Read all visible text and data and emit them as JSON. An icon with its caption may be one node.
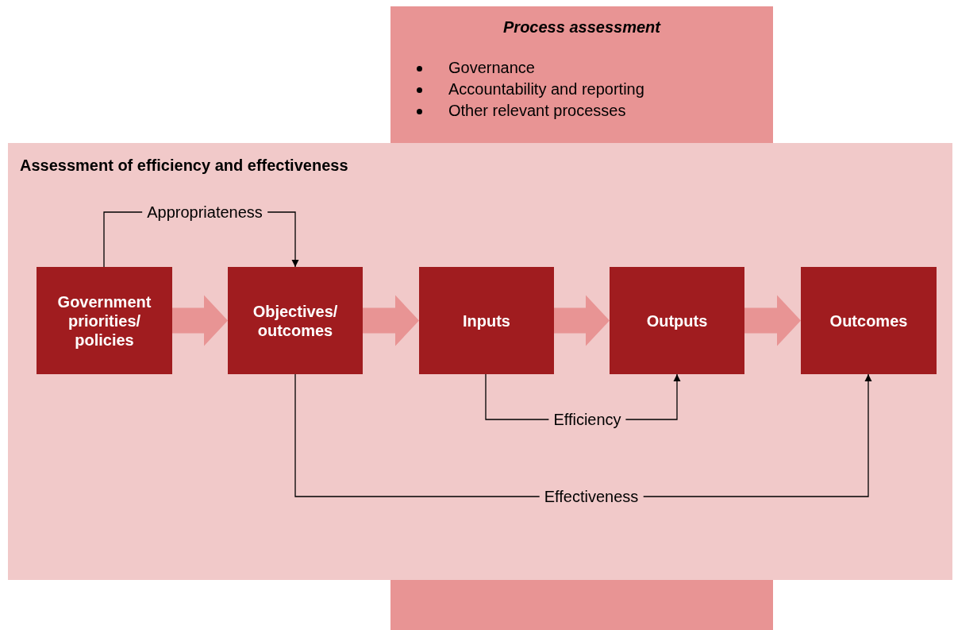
{
  "diagram": {
    "nodes": [
      {
        "text": [
          "Process assessment",
          "Governance",
          "Accountability and reporting",
          "Other relevant processes"
        ]
      },
      {
        "text": [
          "Assessment of efficiency and effectiveness"
        ]
      },
      {
        "text": [
          "Government priorities/ policies"
        ],
        "in": 1
      },
      {
        "text": [
          "Objectives/ outcomes"
        ],
        "in": 1
      },
      {
        "text": [
          "Inputs"
        ],
        "in": 1
      },
      {
        "text": [
          "Outputs"
        ],
        "in": 1
      },
      {
        "text": [
          "Outcomes"
        ],
        "in": 1
      }
    ],
    "edges": [
      {
        "from": 2,
        "to": 3,
        "arrow": "to",
        "style": "thick",
        "color": "#e89494"
      },
      {
        "from": 3,
        "to": 4,
        "arrow": "to",
        "style": "thick",
        "color": "#e89494"
      },
      {
        "from": 4,
        "to": 5,
        "arrow": "to",
        "style": "thick",
        "color": "#e89494"
      },
      {
        "from": 5,
        "to": 6,
        "arrow": "to",
        "style": "thick",
        "color": "#e89494"
      },
      {
        "from": 2,
        "to": 3,
        "arrow": "to",
        "label": "Appropriateness"
      },
      {
        "from": 4,
        "to": 5,
        "arrow": "to",
        "label": "Efficiency"
      },
      {
        "from": 3,
        "to": 6,
        "arrow": "to",
        "label": "Effectiveness"
      }
    ]
  }
}
